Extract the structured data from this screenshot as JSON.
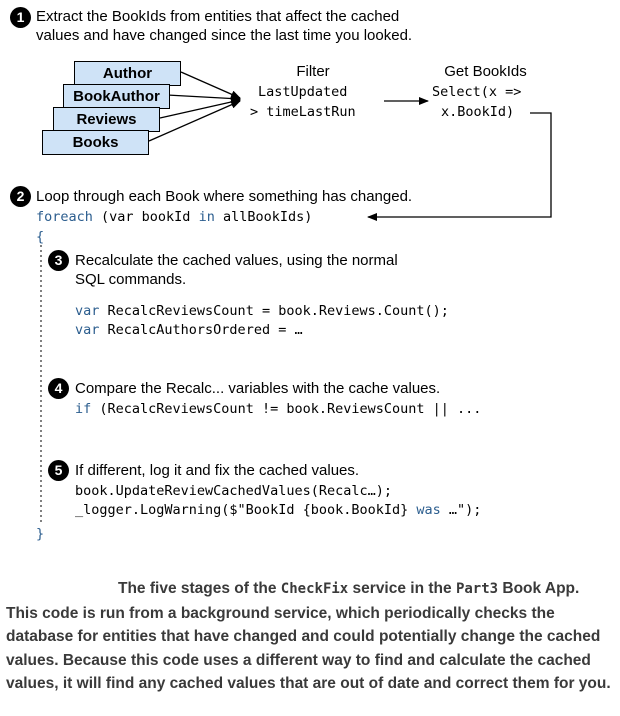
{
  "steps": {
    "s1": {
      "number": "1",
      "line1": "Extract the BookIds from entities that affect the cached",
      "line2": "values and have changed since the last time you looked."
    },
    "s2": {
      "number": "2",
      "text": "Loop through each Book where something has changed."
    },
    "s3": {
      "number": "3",
      "line1": "Recalculate the cached values, using the normal",
      "line2": "SQL commands."
    },
    "s4": {
      "number": "4",
      "text": "Compare the Recalc... variables with the cache values."
    },
    "s5": {
      "number": "5",
      "text": "If different, log it and fix the cached values."
    }
  },
  "entities": [
    "Author",
    "BookAuthor",
    "Reviews",
    "Books"
  ],
  "filter": {
    "title": "Filter",
    "line1": "LastUpdated",
    "line2": "> timeLastRun"
  },
  "getbookids": {
    "title": "Get BookIds",
    "line1": "Select(x =>",
    "line2": "x.BookId)"
  },
  "code": {
    "foreach_kw": "foreach",
    "foreach_rest": " (var bookId ",
    "in_kw": "in",
    "foreach_end": " allBookIds)",
    "open_brace": "{",
    "close_brace": "}",
    "var_kw": "var",
    "line_var1": " RecalcReviewsCount = book.Reviews.Count();",
    "line_var2": " RecalcAuthorsOrdered = …",
    "if_kw": "if",
    "line_if": " (RecalcReviewsCount != book.ReviewsCount || ...",
    "line_fix": "book.UpdateReviewCachedValues(Recalc…);",
    "line_log1": "_logger.LogWarning($\"BookId {book.BookId} ",
    "was_kw": "was",
    "line_log2": " …\");"
  },
  "caption": {
    "p1": "The five stages of the ",
    "m1": "CheckFix",
    "p2": " service in the ",
    "m2": "Part3",
    "p3": " Book App. This code is run from a background service, which periodically checks the database for entities that have changed and could potentially change the cached values. Because this code uses a different way to find and calculate the cached values, it will find any cached values that are out of date and correct them for you."
  }
}
